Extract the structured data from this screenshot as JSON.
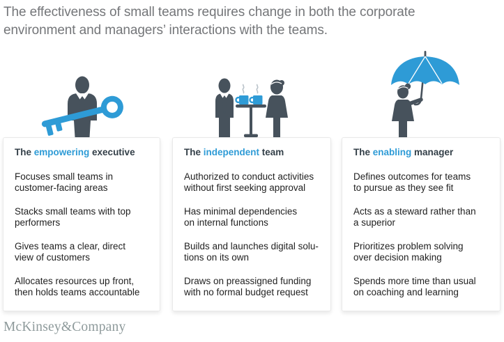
{
  "title": "The effectiveness of small teams requires change in both the corporate\nenvironment and managers’ interactions with the teams.",
  "footer": {
    "logo": "McKinsey&Company"
  },
  "colors": {
    "accent-blue": "#2e9bd6",
    "figure-dark": "#47525c",
    "header-navy": "#333f48",
    "body-text": "#1f1f1f",
    "title-gray": "#747679",
    "logo-gray": "#8e9a9b",
    "box-border": "#e9e9e9",
    "steam-gray": "#b9c2c9"
  },
  "columns": [
    {
      "illustration": "executive-with-key",
      "header": {
        "prefix": "The ",
        "highlight": "empowering",
        "suffix": " executive"
      },
      "items": [
        "Focuses small teams in\ncustomer-facing areas",
        "Stacks small teams with top\nperformers",
        "Gives teams a clear, direct\nview of customers",
        "Allocates resources up front,\nthen holds teams accountable"
      ]
    },
    {
      "illustration": "team-at-table",
      "header": {
        "prefix": "The ",
        "highlight": "independent",
        "suffix": " team"
      },
      "items": [
        "Authorized to conduct activities\nwithout first seeking approval",
        "Has minimal dependencies\non internal functions",
        "Builds and launches digital solu-\ntions on its own",
        "Draws on preassigned funding\nwith no formal budget request"
      ]
    },
    {
      "illustration": "manager-with-umbrella",
      "header": {
        "prefix": "The ",
        "highlight": "enabling",
        "suffix": " manager"
      },
      "items": [
        "Defines outcomes for teams\nto pursue as they see fit",
        "Acts as a steward rather than\na superior",
        "Prioritizes problem solving\nover decision making",
        "Spends more time than usual\non coaching and learning"
      ]
    }
  ]
}
